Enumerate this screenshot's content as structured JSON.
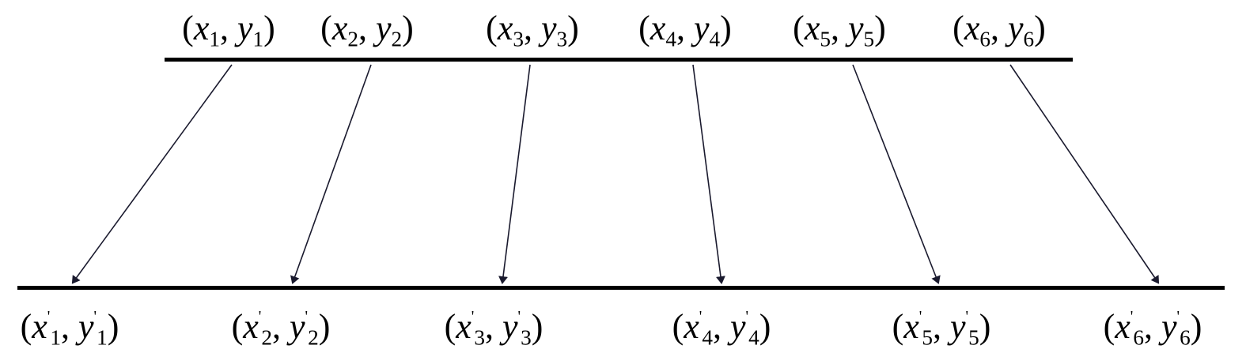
{
  "top_points": [
    {
      "x": "x",
      "y": "y",
      "sub": "1"
    },
    {
      "x": "x",
      "y": "y",
      "sub": "2"
    },
    {
      "x": "x",
      "y": "y",
      "sub": "3"
    },
    {
      "x": "x",
      "y": "y",
      "sub": "4"
    },
    {
      "x": "x",
      "y": "y",
      "sub": "5"
    },
    {
      "x": "x",
      "y": "y",
      "sub": "6"
    }
  ],
  "bottom_points": [
    {
      "x": "x",
      "y": "y",
      "prime": "'",
      "sub": "1"
    },
    {
      "x": "x",
      "y": "y",
      "prime": "'",
      "sub": "2"
    },
    {
      "x": "x",
      "y": "y",
      "prime": "'",
      "sub": "3"
    },
    {
      "x": "x",
      "y": "y",
      "prime": "'",
      "sub": "4"
    },
    {
      "x": "x",
      "y": "y",
      "prime": "'",
      "sub": "5"
    },
    {
      "x": "x",
      "y": "y",
      "prime": "'",
      "sub": "6"
    }
  ],
  "colors": {
    "line": "#000000",
    "arrow": "#1a1a2e"
  }
}
